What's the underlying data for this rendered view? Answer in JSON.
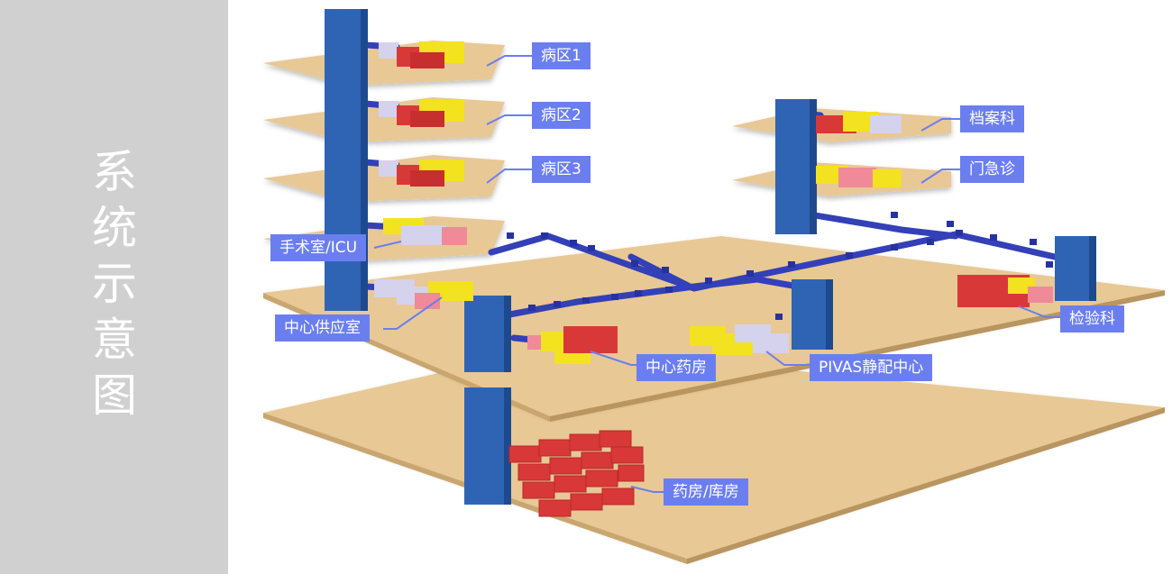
{
  "sidebar": {
    "title_chars": [
      "系",
      "统",
      "示",
      "意",
      "图"
    ]
  },
  "labels": {
    "ward1": "病区1",
    "ward2": "病区2",
    "ward3": "病区3",
    "surgery_icu": "手术室/ICU",
    "central_supply": "中心供应室",
    "central_pharmacy": "中心药房",
    "pivas": "PIVAS静配中心",
    "archives": "档案科",
    "outpatient": "门急诊",
    "laboratory": "检验科",
    "pharmacy_warehouse": "药房/库房"
  },
  "colors": {
    "sidebar_bg": "#d0d0d0",
    "floor": "#e8c895",
    "column": "#2f64b4",
    "track": "#3340b8",
    "label_bg": "#6b7ef0",
    "box_red": "#d93838",
    "box_yellow": "#f3e21f",
    "box_lavender": "#d4d2ec",
    "box_pink": "#f08a98"
  }
}
